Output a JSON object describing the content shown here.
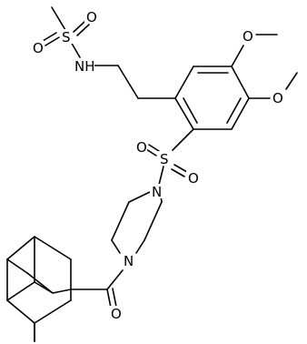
{
  "structure": {
    "atom_labels": {
      "o_ms_top": "O",
      "s_ms": "S",
      "o_ms_bottom": "O",
      "nh": "NH",
      "o_ome_top": "O",
      "o_ome_right": "O",
      "s_sulfonyl": "S",
      "o_sulfonyl_left": "O",
      "o_sulfonyl_right": "O",
      "n_pip_top": "N",
      "n_pip_bottom": "N",
      "o_carbonyl": "O"
    }
  }
}
